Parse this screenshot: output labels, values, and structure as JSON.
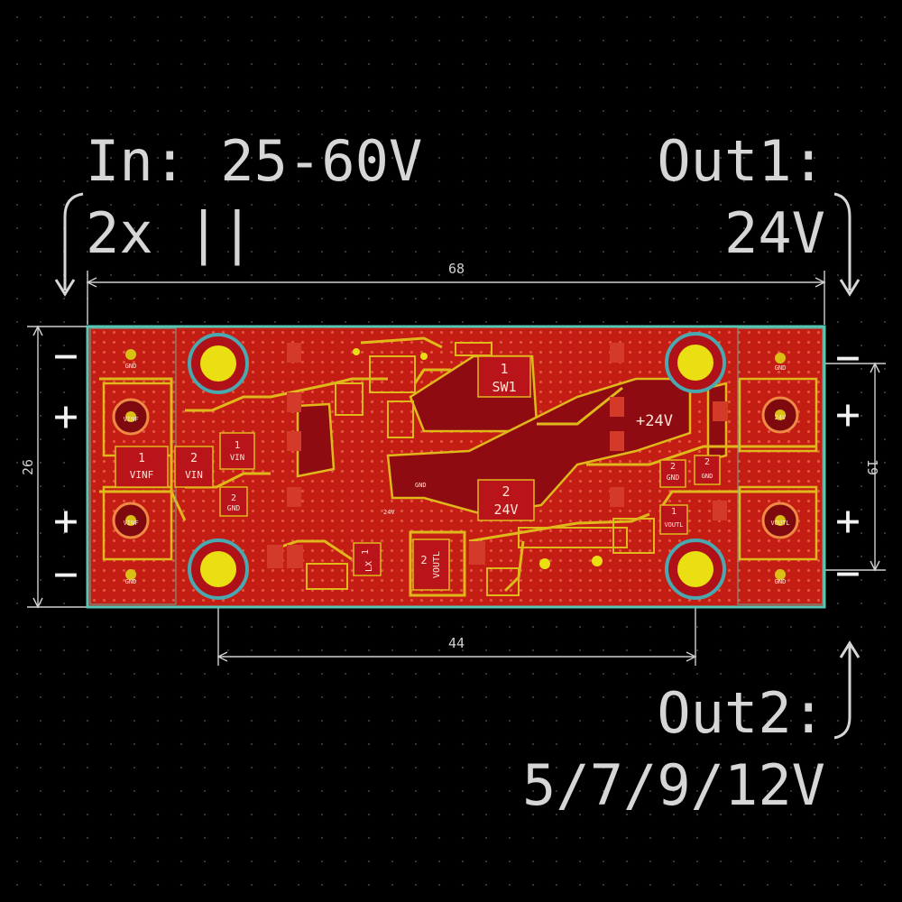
{
  "annotations": {
    "input_line1": "In: 25-60V",
    "input_line2": "2x ||",
    "out1_line1": "Out1:",
    "out1_line2": "24V",
    "out2_line1": "Out2:",
    "out2_line2": "5/7/9/12V"
  },
  "dimensions": {
    "width": "68",
    "height": "26",
    "out_pitch": "19",
    "hole_spacing": "44"
  },
  "polarity": {
    "left_top": "−",
    "left_plus1": "+",
    "left_plus2": "+",
    "left_bottom": "−",
    "right_top": "−",
    "right_plus1": "+",
    "right_plus2": "+",
    "right_bottom": "−"
  },
  "pads": {
    "vinf1_num": "1",
    "vinf1_label": "VINF",
    "vin2_num": "2",
    "vin2_label": "VIN",
    "vin1_num": "1",
    "vin1_label": "VIN",
    "gnd2_num": "2",
    "gnd2_label": "GND",
    "sw1_num": "1",
    "sw1_label": "SW1",
    "v24_num": "2",
    "v24_label": "24V",
    "vout2_num": "2",
    "vout2_label": "VOUTL",
    "lx_num": "1",
    "lx_label": "LX",
    "gnd_mid_num": "2",
    "gnd_mid_label": "GND",
    "vout_r_num": "1",
    "vout_r_label": "VOUTL",
    "gnd_r_num": "2",
    "gnd_r_label": "GND"
  },
  "terminals": {
    "t_left_top_label": "GND",
    "t_left_plus1_label": "VINF",
    "t_left_plus2_label": "VINF",
    "t_left_bottom_label": "GND",
    "t_right_top_label": "GND",
    "t_right_plus1_label": "24V",
    "t_right_plus2_label": "VOUTL",
    "t_right_bottom_label": "GND"
  },
  "nets": {
    "plus24_label": "+24V",
    "gnd_small": "GND",
    "v24_small": "24V"
  },
  "colors": {
    "board": "#c41e14",
    "copper_dark": "#8e0b12",
    "trace": "#e0b81a",
    "hole": "#e9df12",
    "ring": "#4aa8b0",
    "outline": "#56c7b5"
  }
}
